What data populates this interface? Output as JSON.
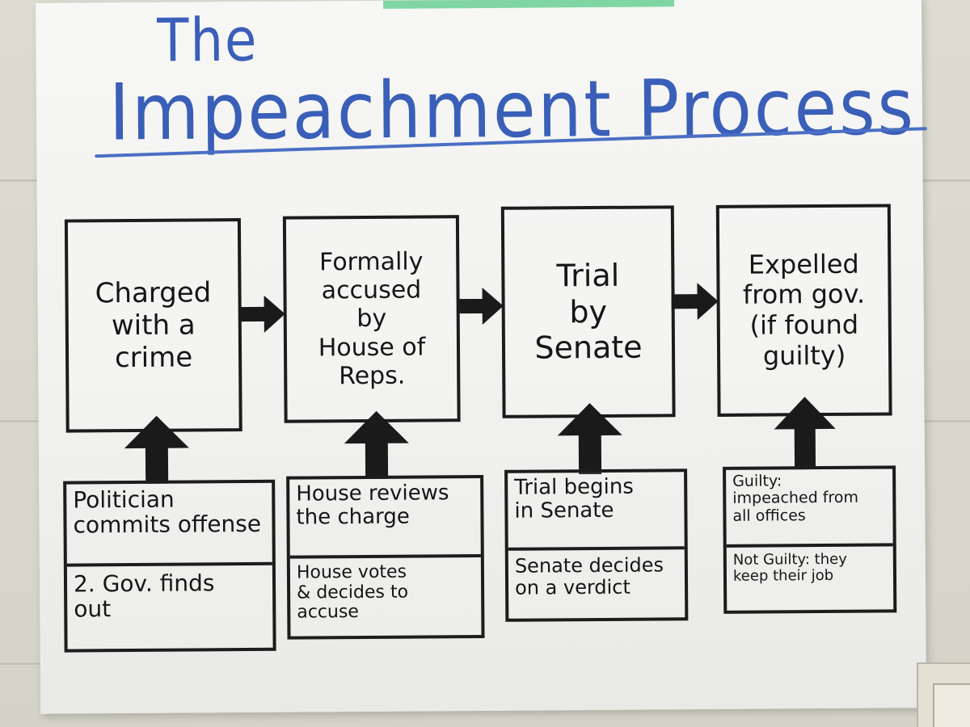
{
  "title": {
    "line1": "The",
    "line2": "Impeachment Process"
  },
  "steps": [
    {
      "label": "Charged\nwith a\ncrime",
      "details": [
        "Politician\ncommits offense",
        "2. Gov. finds\nout"
      ]
    },
    {
      "label": "Formally\naccused\nby\nHouse of\nReps.",
      "details": [
        "House reviews\nthe charge",
        "House votes\n& decides to\naccuse"
      ]
    },
    {
      "label": "Trial\nby\nSenate",
      "details": [
        "Trial begins\nin Senate",
        "Senate decides\non a verdict"
      ]
    },
    {
      "label": "Expelled\nfrom gov.\n(if found\nguilty)",
      "details": [
        "Guilty:\nimpeached from\nall offices",
        "Not Guilty: they\nkeep their job"
      ]
    }
  ],
  "colors": {
    "title_ink": "#3a5fb8",
    "marker_ink": "#161616",
    "tape": "#7fd6a2"
  }
}
